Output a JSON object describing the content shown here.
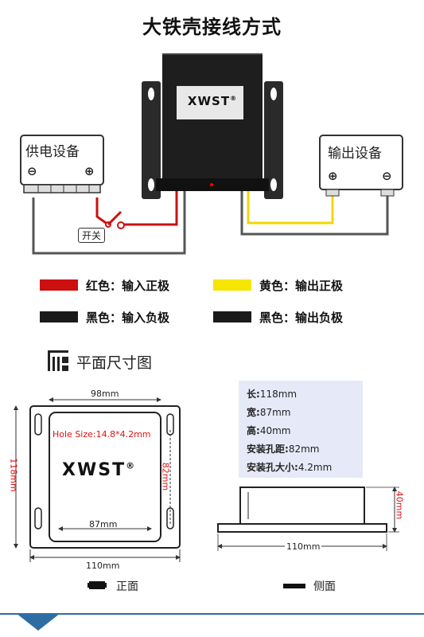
{
  "title": "大铁壳接线方式",
  "brand": "XWST",
  "brand_mark": "®",
  "wiring": {
    "supply_label": "供电设备",
    "output_label": "输出设备",
    "minus": "⊖",
    "plus": "⊕",
    "switch_label": "开关"
  },
  "legend": [
    {
      "color": "#cc1010",
      "text": "红色：输入正极"
    },
    {
      "color": "#f5e500",
      "text": "黄色：输出正极"
    },
    {
      "color": "#1a1a1a",
      "text": "黑色：输入负极"
    },
    {
      "color": "#1a1a1a",
      "text": "黑色：输出负极"
    }
  ],
  "plan": {
    "section_title": "平面尺寸图",
    "front": {
      "width_top": "98mm",
      "hole_size": "Hole Size:14.8*4.2mm",
      "height_left": "118mm",
      "hole_distance": "82mm",
      "inner_width": "87mm",
      "bottom_width": "110mm",
      "view_label": "正面"
    },
    "side": {
      "height_right": "40mm",
      "bottom_width": "110mm",
      "view_label": "侧面"
    },
    "specs": [
      {
        "k": "长:",
        "v": "118mm"
      },
      {
        "k": "宽:",
        "v": "87mm"
      },
      {
        "k": "高:",
        "v": "40mm"
      },
      {
        "k": "安装孔距:",
        "v": "82mm"
      },
      {
        "k": "安装孔大小:",
        "v": "4.2mm"
      }
    ]
  },
  "colors": {
    "spec_bg": "#e6e9f7",
    "accent": "#2e6da4",
    "dim_red": "#e0120f"
  }
}
